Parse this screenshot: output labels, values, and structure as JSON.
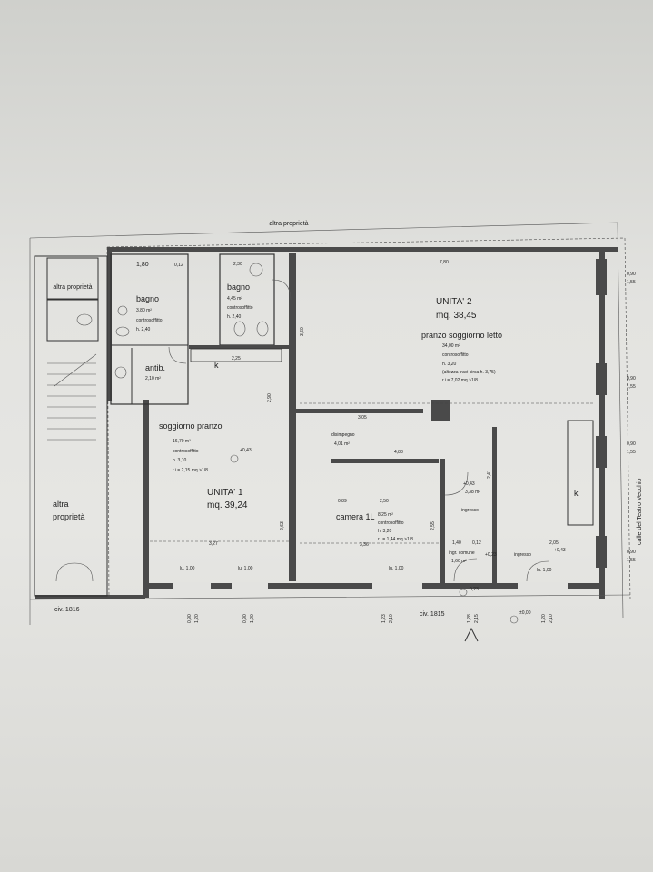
{
  "plan": {
    "top_neighbor": "altra proprietà",
    "street_right": "calle del Teatro Vecchio",
    "civ_left": "civ. 1816",
    "civ_right": "civ. 1815",
    "north_mark": "^"
  },
  "rooms": {
    "altra_top": "altra proprietà",
    "altra_bottom_1": "altra",
    "altra_bottom_2": "proprietà",
    "bagno1": {
      "name": "bagno",
      "area": "3,80 m²",
      "ceiling": "controsoffitto",
      "h": "h. 2,40"
    },
    "antib": {
      "name": "antib.",
      "area": "2,10 m²"
    },
    "bagno2": {
      "name": "bagno",
      "area": "4,45 m²",
      "ceiling": "controsoffitto",
      "h": "h. 2,40"
    },
    "unit1": {
      "soggiorno": "soggiorno pranzo",
      "area": "16,70 m²",
      "ceiling": "controsoffitto",
      "h": "h. 3,10",
      "ri": "r.i.= 2,15 mq >1/8",
      "name": "UNITA' 1",
      "mq": "mq. 39,24",
      "level": "+0,43"
    },
    "unit2": {
      "name": "UNITA' 2",
      "mq": "mq. 38,45",
      "pranzo": "pranzo soggiorno letto",
      "area": "34,00 m²",
      "ceiling": "controsoffitto",
      "h": "h. 3,20",
      "note": "(altezza travi circa h. 3,75)",
      "ri": "r.i.= 7,02 mq >1/8"
    },
    "disimpegno": {
      "name": "disimpegno",
      "area": "4,01 m²"
    },
    "camera": {
      "name": "camera 1L",
      "area": "8,25 m²",
      "ceiling": "controsoffitto",
      "h": "h. 3,20",
      "ri": "r.i.= 1,44 mq >1/8"
    },
    "ingresso1": {
      "name": "ingresso",
      "level": "+0,43",
      "area": "3,38 m²"
    },
    "ingr_comune": {
      "name": "ingr. comune",
      "area": "1,60 m²",
      "level": "+0,23"
    },
    "ingresso2": {
      "name": "ingresso",
      "level": "+0,43"
    },
    "k1": "k",
    "k2": "k"
  },
  "dims": {
    "d1": "1,80",
    "d2": "0,12",
    "d3": "2,30",
    "d4": "7,80",
    "d5": "2,25",
    "d6": "3,27",
    "d7": "2,50",
    "d8": "3,36",
    "d9": "3,05",
    "d10": "4,88",
    "d11": "1,40",
    "d12": "0,12",
    "d13": "2,05",
    "d14": "0,89",
    "d15": "3,60",
    "d16": "2,63",
    "d17": "2,90",
    "d18": "2,41",
    "d19": "2,55",
    "d20": "0,90",
    "d21": "1,55",
    "d22": "0,90",
    "d23": "1,55",
    "d24": "0,90",
    "d25": "1,55",
    "d26": "0,90",
    "d27": "1,55",
    "d28": "0,65",
    "d29": "0,23",
    "d30": "±0,00",
    "d31": "+0,23"
  },
  "windows": {
    "w1": "lu. 1,00",
    "w2": "lu. 1,00",
    "w3": "lu. 1,00",
    "w4": "lu. 1,00",
    "v1": "0,90",
    "v2": "1,20",
    "v3": "0,90",
    "v4": "1,20",
    "v5": "1,23",
    "v6": "2,10",
    "v7": "1,28",
    "v8": "2,15",
    "v9": "1,20",
    "v10": "2,10"
  }
}
